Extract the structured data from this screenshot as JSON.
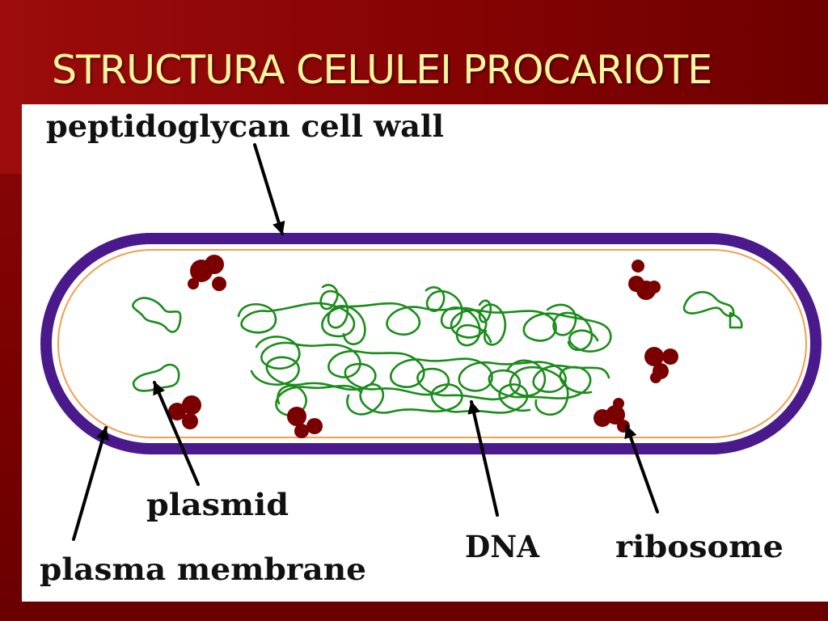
{
  "slide": {
    "title": "STRUCTURA CELULEI PROCARIOTE"
  },
  "diagram": {
    "labels": {
      "cell_wall": "peptidoglycan cell wall",
      "plasmid": "plasmid",
      "plasma_membrane": "plasma membrane",
      "dna": "DNA",
      "ribosome": "ribosome"
    }
  },
  "colors": {
    "background": "#7a0000",
    "title_text": "#fff6a0",
    "panel": "#ffffff",
    "cell_wall": "#4a1a8c",
    "plasma_membrane": "#f0a050",
    "dna": "#1a8c1a",
    "ribosome": "#7a0000",
    "arrows": "#000000"
  }
}
